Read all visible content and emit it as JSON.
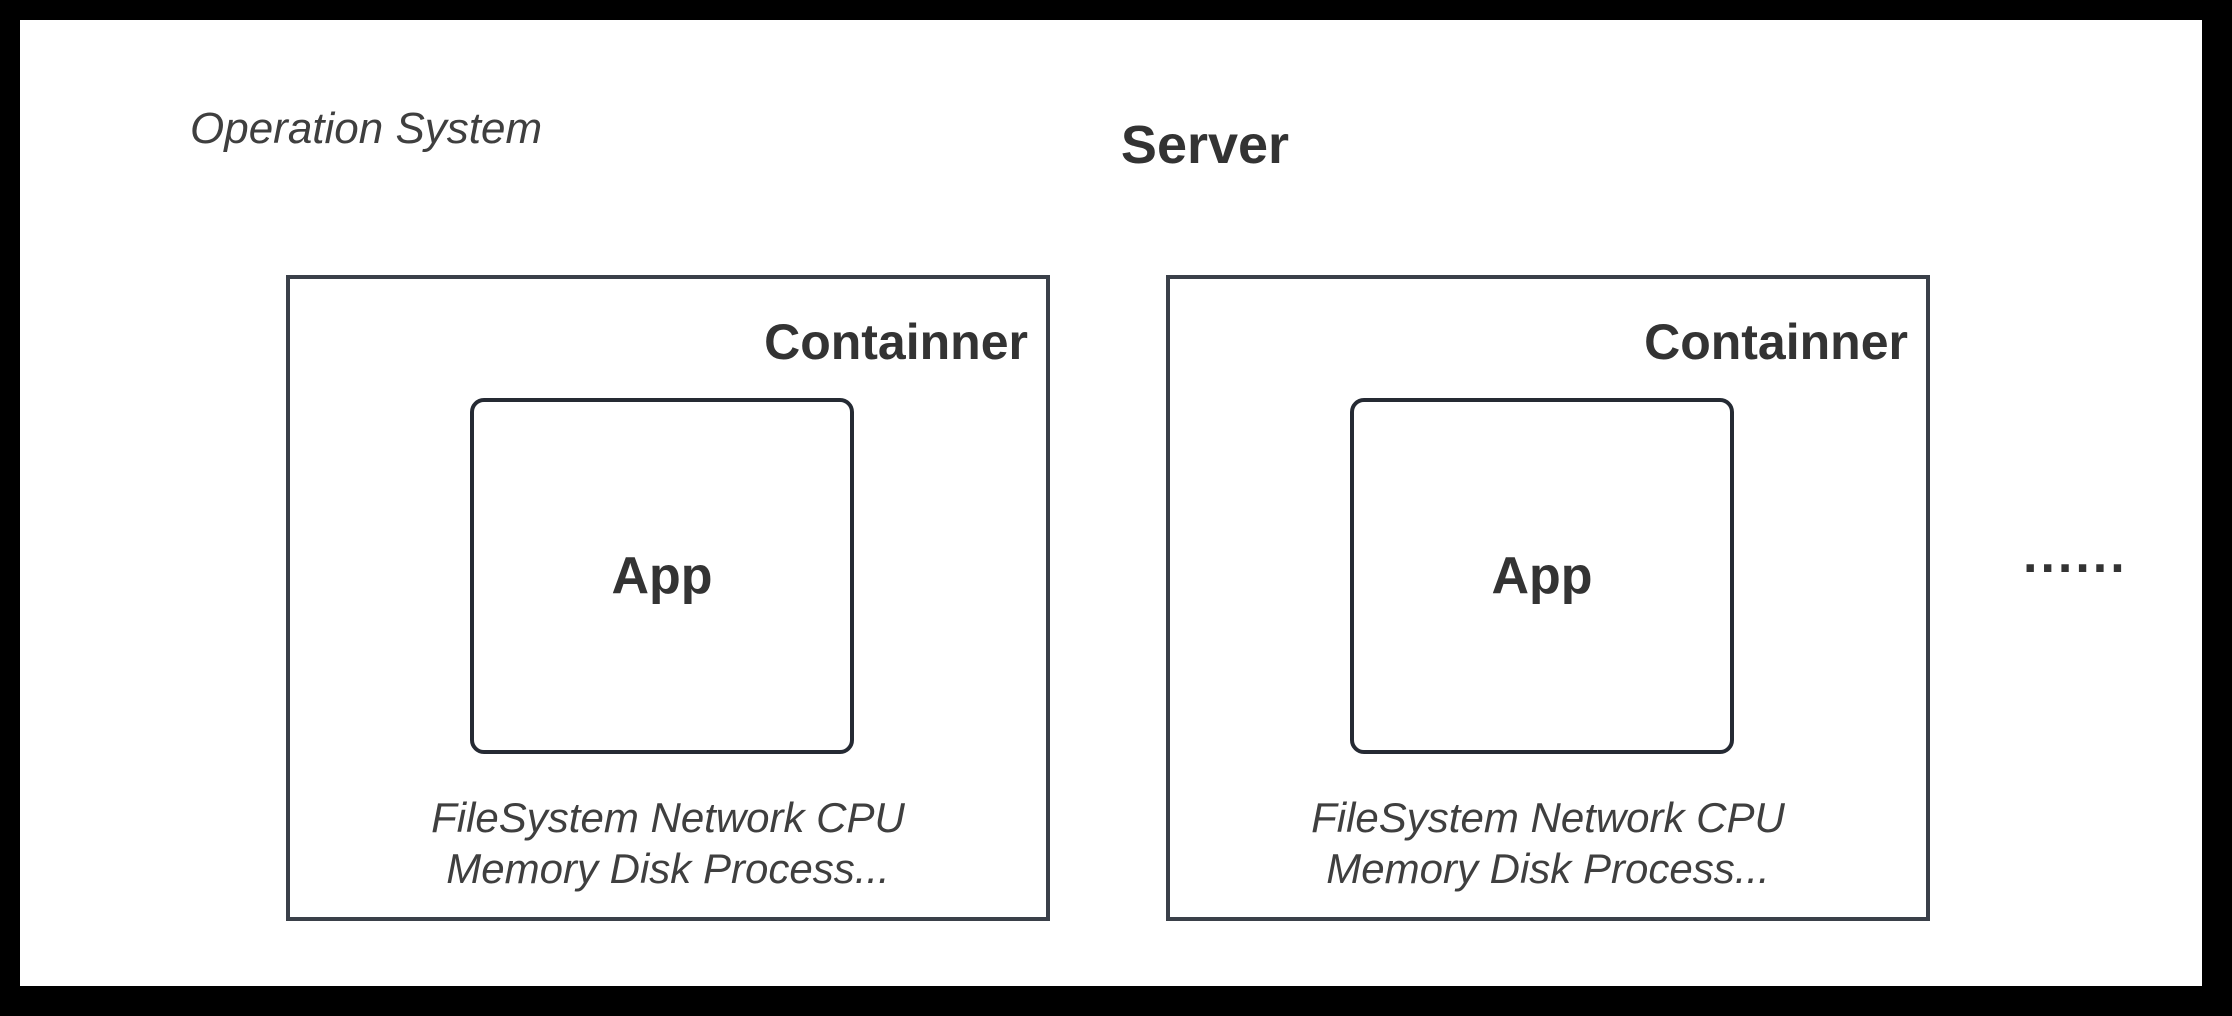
{
  "diagram": {
    "os_label": "Operation System",
    "server_title": "Server",
    "ellipsis": "......",
    "colors": {
      "frame": "#000000",
      "canvas": "#ffffff",
      "container_border": "#3a4049",
      "app_border": "#252a33",
      "text_dark": "#333333",
      "text_italic": "#3f3f3f"
    },
    "containers": [
      {
        "label": "Containner",
        "app_label": "App",
        "resources_line1": "FileSystem Network CPU",
        "resources_line2": "Memory Disk Process..."
      },
      {
        "label": "Containner",
        "app_label": "App",
        "resources_line1": "FileSystem Network CPU",
        "resources_line2": "Memory Disk Process..."
      }
    ]
  }
}
